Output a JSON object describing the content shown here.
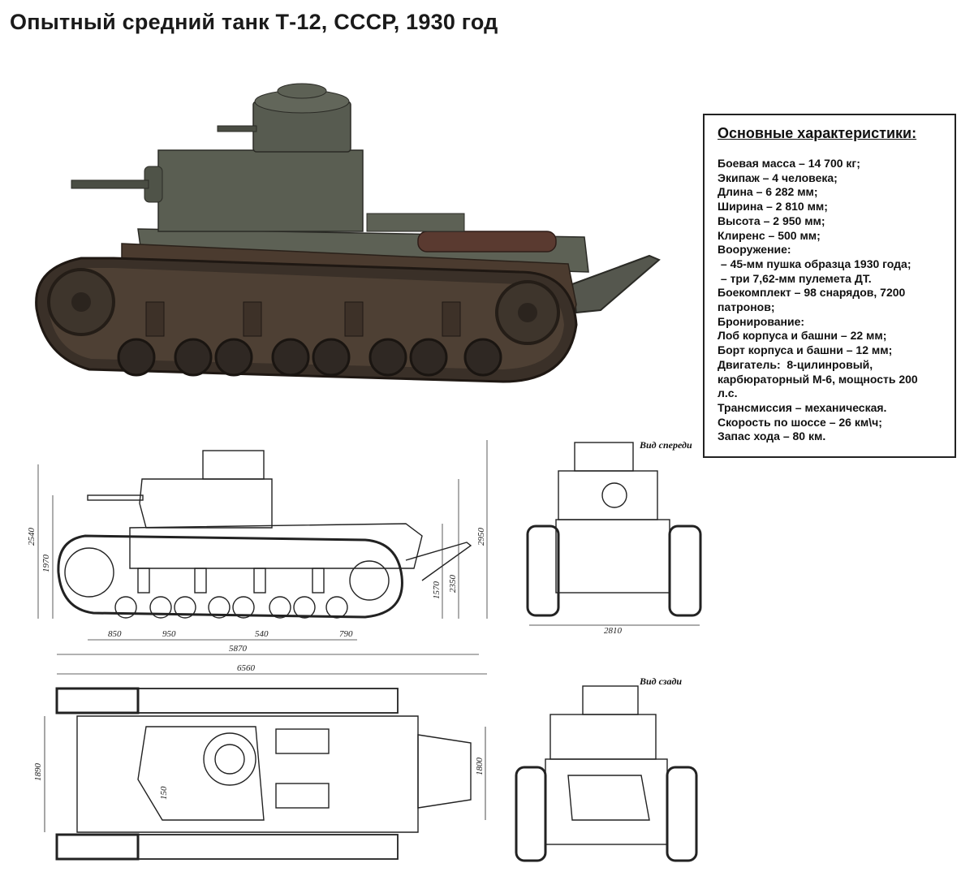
{
  "title": "Опытный средний танк Т-12, СССР, 1930 год",
  "specs": {
    "heading": "Основные характеристики:",
    "lines": [
      "Боевая масса – 14 700 кг;",
      "Экипаж – 4 человека;",
      "Длина – 6 282 мм;",
      "Ширина – 2 810 мм;",
      "Высота – 2 950 мм;",
      "Клиренс – 500 мм;",
      "Вооружение:",
      " – 45-мм пушка образца 1930 года;",
      " – три 7,62-мм пулемета ДТ.",
      "Боекомплект – 98 снарядов, 7200",
      "патронов;",
      "Бронирование:",
      "Лоб корпуса и башни – 22 мм;",
      "Борт корпуса и башни – 12 мм;",
      "Двигатель:  8-цилинровый,",
      "карбюраторный М-6, мощность 200",
      "л.с.",
      "Трансмиссия – механическая.",
      "Скорость по шоссе – 26 км\\ч;",
      "Запас хода – 80 км."
    ]
  },
  "drawings": {
    "front_label": "Вид спереди",
    "rear_label": "Вид сзади",
    "dims": {
      "h_2540": "2540",
      "h_1970": "1970",
      "h_2950": "2950",
      "h_2350": "2350",
      "h_1570": "1570",
      "d_850": "850",
      "d_950": "950",
      "d_540": "540",
      "d_790": "790",
      "len_5870": "5870",
      "len_6560": "6560",
      "w_2810": "2810",
      "w_1890": "1890",
      "w_1800": "1800",
      "d_150": "150"
    }
  }
}
